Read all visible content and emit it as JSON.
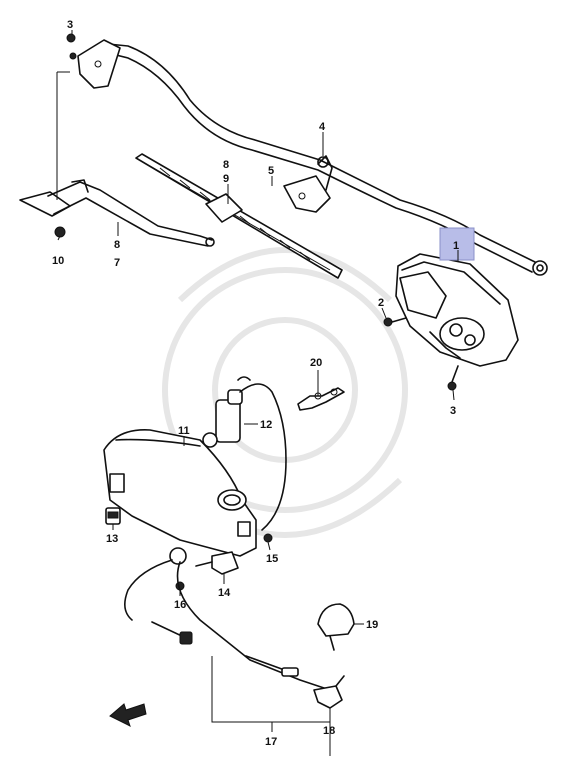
{
  "callouts": {
    "c1": "1",
    "c2": "2",
    "c3a": "3",
    "c3b": "3",
    "c4": "4",
    "c5": "5",
    "c8a": "8",
    "c9": "9",
    "c8b": "8",
    "c7": "7",
    "c10": "10",
    "c11": "11",
    "c12": "12",
    "c13": "13",
    "c14": "14",
    "c15": "15",
    "c16": "16",
    "c17": "17",
    "c18": "18",
    "c19": "19",
    "c20": "20"
  },
  "colors": {
    "highlight": "#b8bde8",
    "line": "#111111"
  },
  "icons": {
    "direction_arrow": "front-arrow-icon"
  }
}
